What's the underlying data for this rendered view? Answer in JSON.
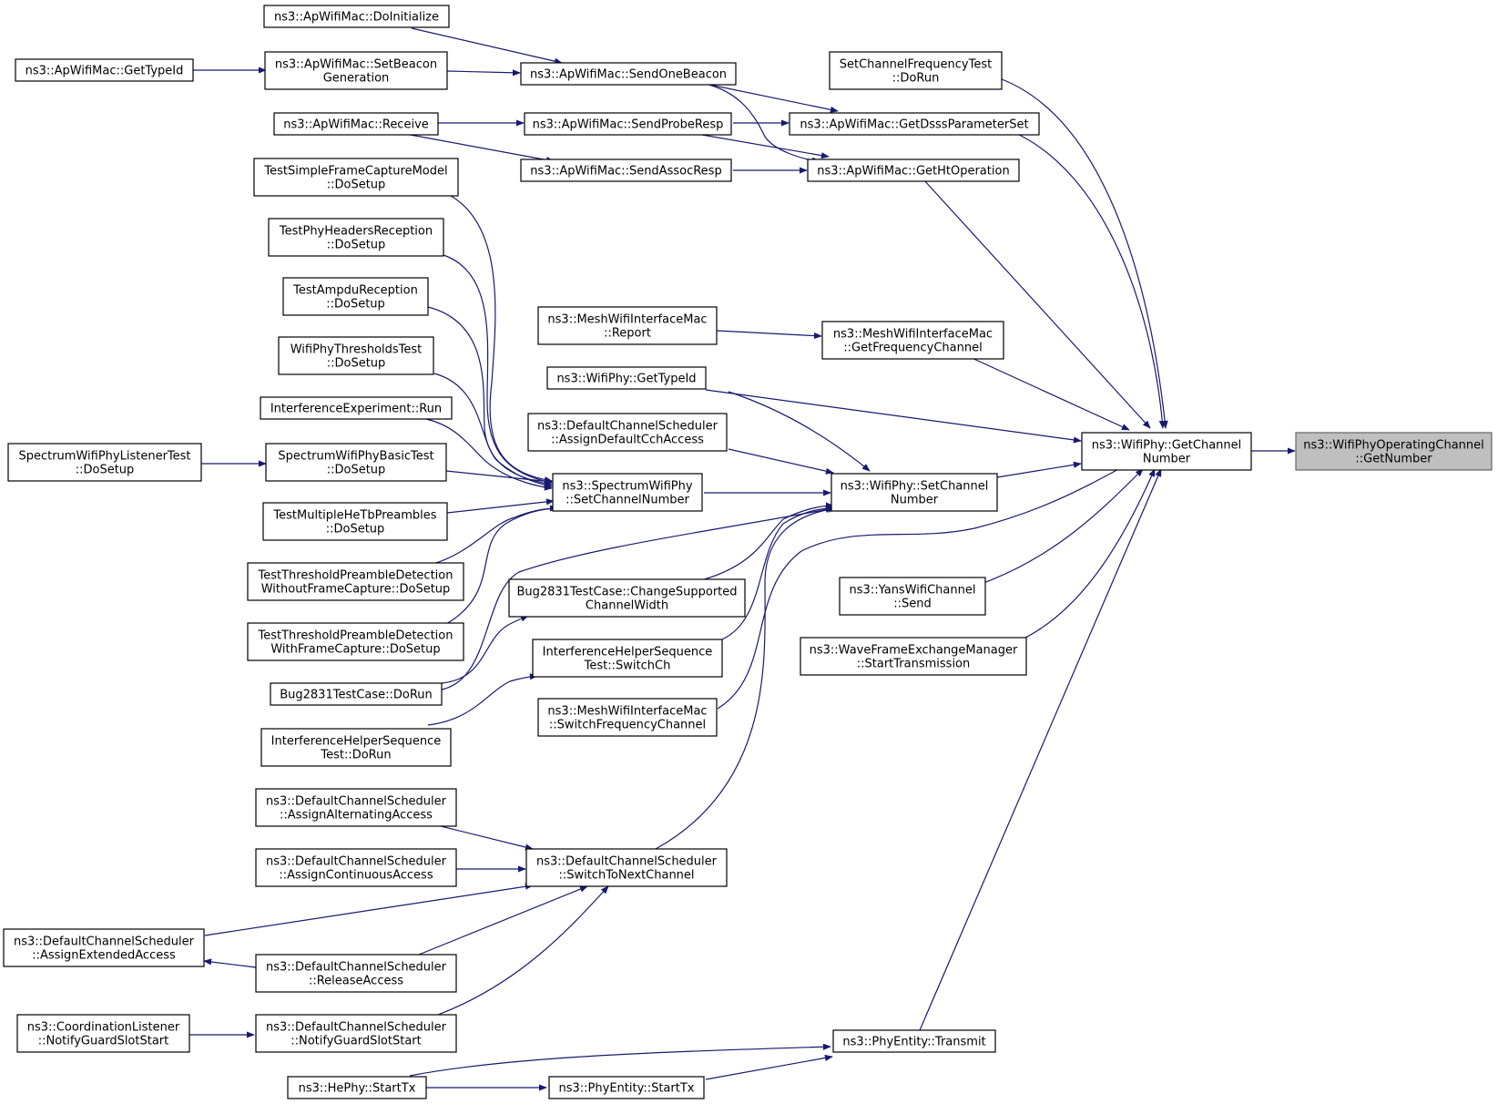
{
  "colors": {
    "edge": "#191970",
    "root_fill": "#bfbfbf",
    "node_fill": "#ffffff",
    "node_border": "#000000"
  },
  "nodes": [
    {
      "id": "root",
      "lines": [
        "ns3::WifiPhyOperatingChannel",
        "::GetNumber"
      ]
    },
    {
      "id": "getchannelnumber",
      "lines": [
        "ns3::WifiPhy::GetChannel",
        "Number"
      ]
    },
    {
      "id": "setchannelfreqtest",
      "lines": [
        "SetChannelFrequencyTest",
        "::DoRun"
      ]
    },
    {
      "id": "getdsss",
      "lines": [
        "ns3::ApWifiMac::GetDsssParameterSet"
      ]
    },
    {
      "id": "gethtop",
      "lines": [
        "ns3::ApWifiMac::GetHtOperation"
      ]
    },
    {
      "id": "meshgetfreq",
      "lines": [
        "ns3::MeshWifiInterfaceMac",
        "::GetFrequencyChannel"
      ]
    },
    {
      "id": "wifiphysetchannel",
      "lines": [
        "ns3::WifiPhy::SetChannel",
        "Number"
      ]
    },
    {
      "id": "yanssend",
      "lines": [
        "ns3::YansWifiChannel",
        "::Send"
      ]
    },
    {
      "id": "wavestarttx",
      "lines": [
        "ns3::WaveFrameExchangeManager",
        "::StartTransmission"
      ]
    },
    {
      "id": "phyentitytransmit",
      "lines": [
        "ns3::PhyEntity::Transmit"
      ]
    },
    {
      "id": "sendonebeacon",
      "lines": [
        "ns3::ApWifiMac::SendOneBeacon"
      ]
    },
    {
      "id": "sendproberesp",
      "lines": [
        "ns3::ApWifiMac::SendProbeResp"
      ]
    },
    {
      "id": "sendassocresp",
      "lines": [
        "ns3::ApWifiMac::SendAssocResp"
      ]
    },
    {
      "id": "meshreport",
      "lines": [
        "ns3::MeshWifiInterfaceMac",
        "::Report"
      ]
    },
    {
      "id": "wifiphygettypeid",
      "lines": [
        "ns3::WifiPhy::GetTypeId"
      ]
    },
    {
      "id": "assigndefaultcch",
      "lines": [
        "ns3::DefaultChannelScheduler",
        "::AssignDefaultCchAccess"
      ]
    },
    {
      "id": "spectrumsetchannel",
      "lines": [
        "ns3::SpectrumWifiPhy",
        "::SetChannelNumber"
      ]
    },
    {
      "id": "bug2831change",
      "lines": [
        "Bug2831TestCase::ChangeSupported",
        "ChannelWidth"
      ]
    },
    {
      "id": "ihsswitchch",
      "lines": [
        "InterferenceHelperSequence",
        "Test::SwitchCh"
      ]
    },
    {
      "id": "meshswitchfreq",
      "lines": [
        "ns3::MeshWifiInterfaceMac",
        "::SwitchFrequencyChannel"
      ]
    },
    {
      "id": "switchtonext",
      "lines": [
        "ns3::DefaultChannelScheduler",
        "::SwitchToNextChannel"
      ]
    },
    {
      "id": "phyentitystarttx",
      "lines": [
        "ns3::PhyEntity::StartTx"
      ]
    },
    {
      "id": "apdoinit",
      "lines": [
        "ns3::ApWifiMac::DoInitialize"
      ]
    },
    {
      "id": "apsetbeacon",
      "lines": [
        "ns3::ApWifiMac::SetBeacon",
        "Generation"
      ]
    },
    {
      "id": "apgettypeid",
      "lines": [
        "ns3::ApWifiMac::GetTypeId"
      ]
    },
    {
      "id": "apreceive",
      "lines": [
        "ns3::ApWifiMac::Receive"
      ]
    },
    {
      "id": "testsimpleframe",
      "lines": [
        "TestSimpleFrameCaptureModel",
        "::DoSetup"
      ]
    },
    {
      "id": "testphyheaders",
      "lines": [
        "TestPhyHeadersReception",
        "::DoSetup"
      ]
    },
    {
      "id": "testampdu",
      "lines": [
        "TestAmpduReception",
        "::DoSetup"
      ]
    },
    {
      "id": "wifiphythresholds",
      "lines": [
        "WifiPhyThresholdsTest",
        "::DoSetup"
      ]
    },
    {
      "id": "interferenceexp",
      "lines": [
        "InterferenceExperiment::Run"
      ]
    },
    {
      "id": "spectrumbasic",
      "lines": [
        "SpectrumWifiPhyBasicTest",
        "::DoSetup"
      ]
    },
    {
      "id": "spectrumlistener",
      "lines": [
        "SpectrumWifiPhyListenerTest",
        "::DoSetup"
      ]
    },
    {
      "id": "testmultiplehetb",
      "lines": [
        "TestMultipleHeTbPreambles",
        "::DoSetup"
      ]
    },
    {
      "id": "testthreshwithout",
      "lines": [
        "TestThresholdPreambleDetection",
        "WithoutFrameCapture::DoSetup"
      ]
    },
    {
      "id": "testthreshwith",
      "lines": [
        "TestThresholdPreambleDetection",
        "WithFrameCapture::DoSetup"
      ]
    },
    {
      "id": "bug2831dorun",
      "lines": [
        "Bug2831TestCase::DoRun"
      ]
    },
    {
      "id": "ihsdorun",
      "lines": [
        "InterferenceHelperSequence",
        "Test::DoRun"
      ]
    },
    {
      "id": "assignalternating",
      "lines": [
        "ns3::DefaultChannelScheduler",
        "::AssignAlternatingAccess"
      ]
    },
    {
      "id": "assigncontinuous",
      "lines": [
        "ns3::DefaultChannelScheduler",
        "::AssignContinuousAccess"
      ]
    },
    {
      "id": "assignextended",
      "lines": [
        "ns3::DefaultChannelScheduler",
        "::AssignExtendedAccess"
      ]
    },
    {
      "id": "releaseaccess",
      "lines": [
        "ns3::DefaultChannelScheduler",
        "::ReleaseAccess"
      ]
    },
    {
      "id": "coordlistener",
      "lines": [
        "ns3::CoordinationListener",
        "::NotifyGuardSlotStart"
      ]
    },
    {
      "id": "notifyguard",
      "lines": [
        "ns3::DefaultChannelScheduler",
        "::NotifyGuardSlotStart"
      ]
    },
    {
      "id": "hephystarttx",
      "lines": [
        "ns3::HePhy::StartTx"
      ]
    }
  ]
}
